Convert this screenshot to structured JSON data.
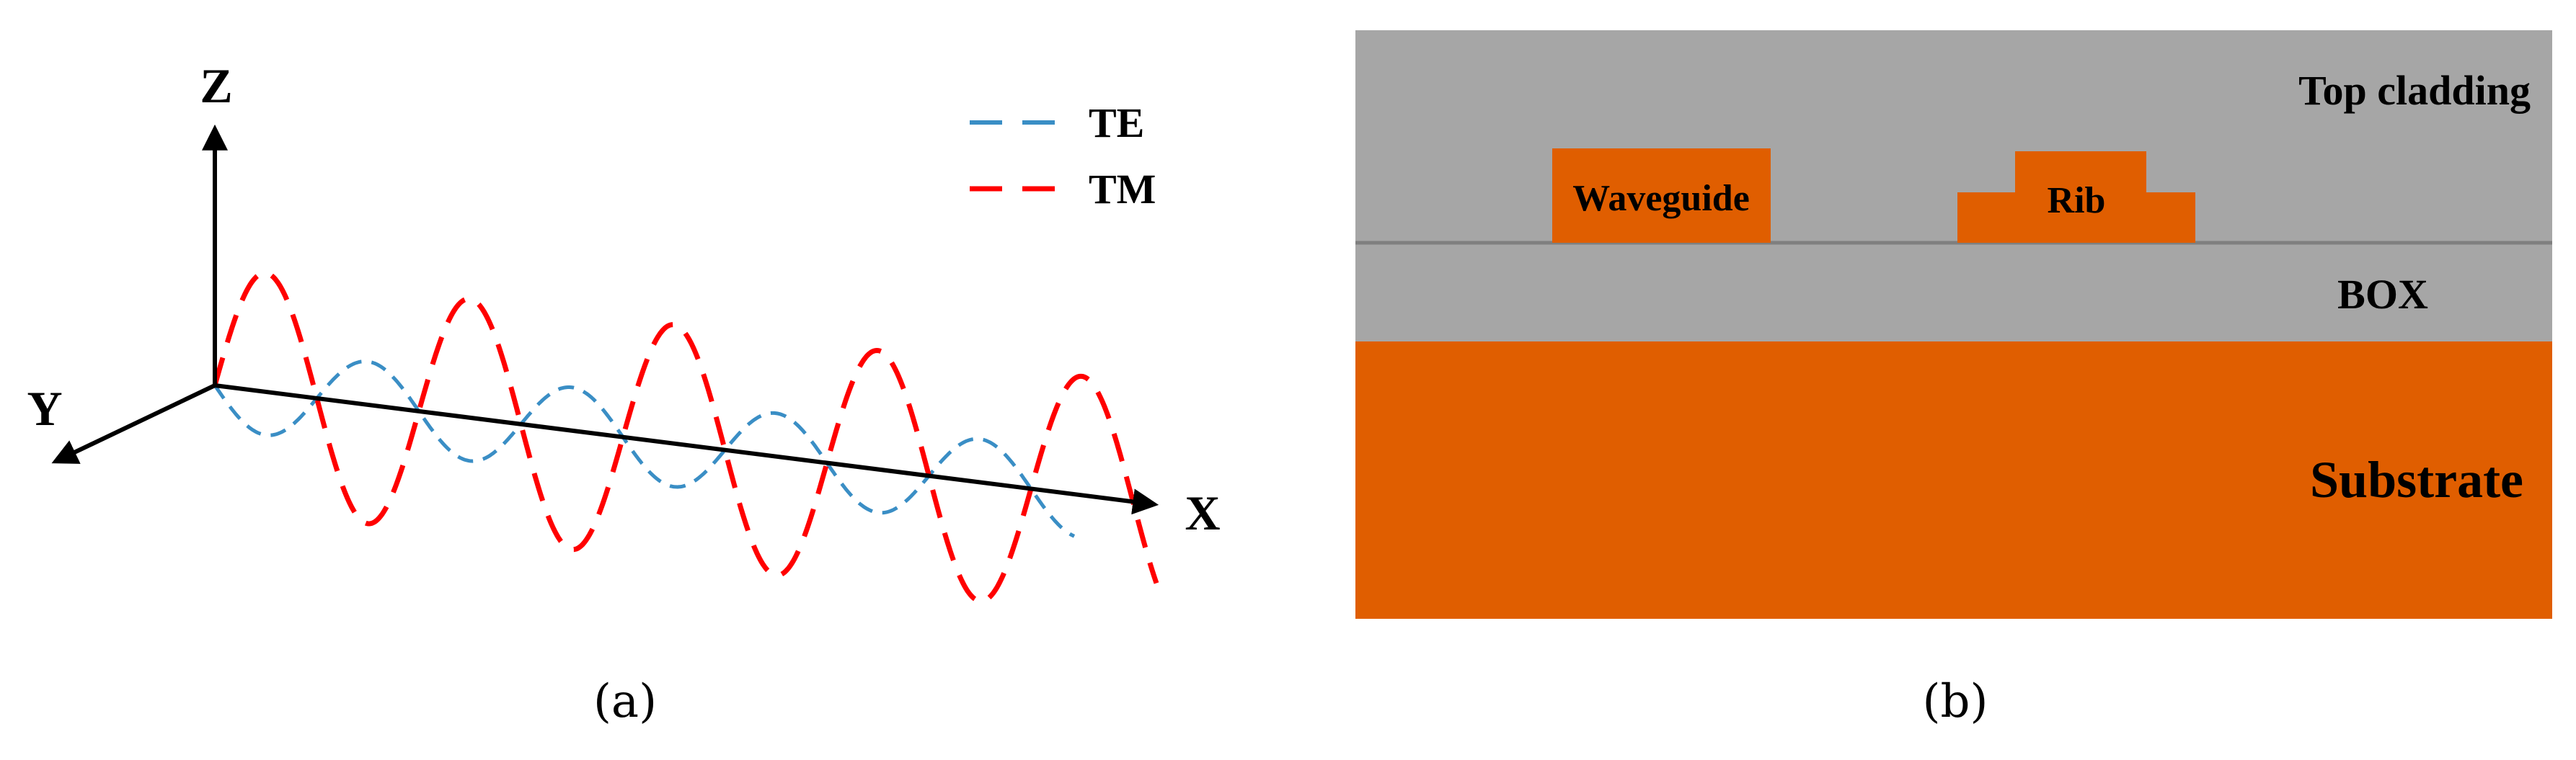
{
  "panel_a": {
    "caption": "(a)",
    "axes": {
      "z": "Z",
      "y": "Y",
      "x": "X"
    },
    "legend": [
      {
        "label": "TE",
        "color": "#3a8ec5"
      },
      {
        "label": "TM",
        "color": "#ff0000"
      }
    ]
  },
  "panel_b": {
    "caption": "(b)",
    "layers": {
      "top_cladding": "Top cladding",
      "box": "BOX",
      "substrate": "Substrate"
    },
    "structures": {
      "waveguide": "Waveguide",
      "rib": "Rib"
    },
    "colors": {
      "cladding": "#a6a6a6",
      "silicon": "#e05e00",
      "interface_line": "#7f7f7f"
    }
  }
}
